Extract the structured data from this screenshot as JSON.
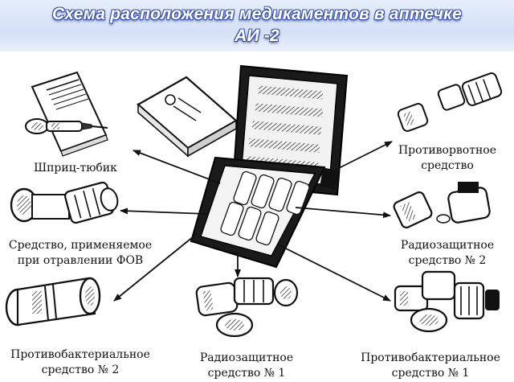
{
  "header": {
    "title_line1": "Схема расположения медикаментов в аптечке",
    "title_line2": "АИ -2"
  },
  "labels": {
    "syringe": "Шприц-тюбик",
    "antiemetic_l1": "Противорвотное",
    "antiemetic_l2": "средство",
    "fov_l1": "Средство, применяемое",
    "fov_l2": "при отравлении ФОВ",
    "radio2_l1": "Радиозащитное",
    "radio2_l2": "средство № 2",
    "antibac2_l1": "Противобактериальное",
    "antibac2_l2": "средство № 2",
    "radio1_l1": "Радиозащитное",
    "radio1_l2": "средство № 1",
    "antibac1_l1": "Противобактериальное",
    "antibac1_l2": "средство № 1"
  },
  "colors": {
    "title": "#ffffff",
    "title_outline": "#3a52a8",
    "header_bg": "#d4e0f6",
    "ink": "#111111"
  },
  "icons": [
    "instruction-booklet-icon",
    "syringe-tube-icon",
    "pill-case-box-icon",
    "first-aid-kit-icon",
    "pill-vial-icon",
    "arrow-icon"
  ]
}
